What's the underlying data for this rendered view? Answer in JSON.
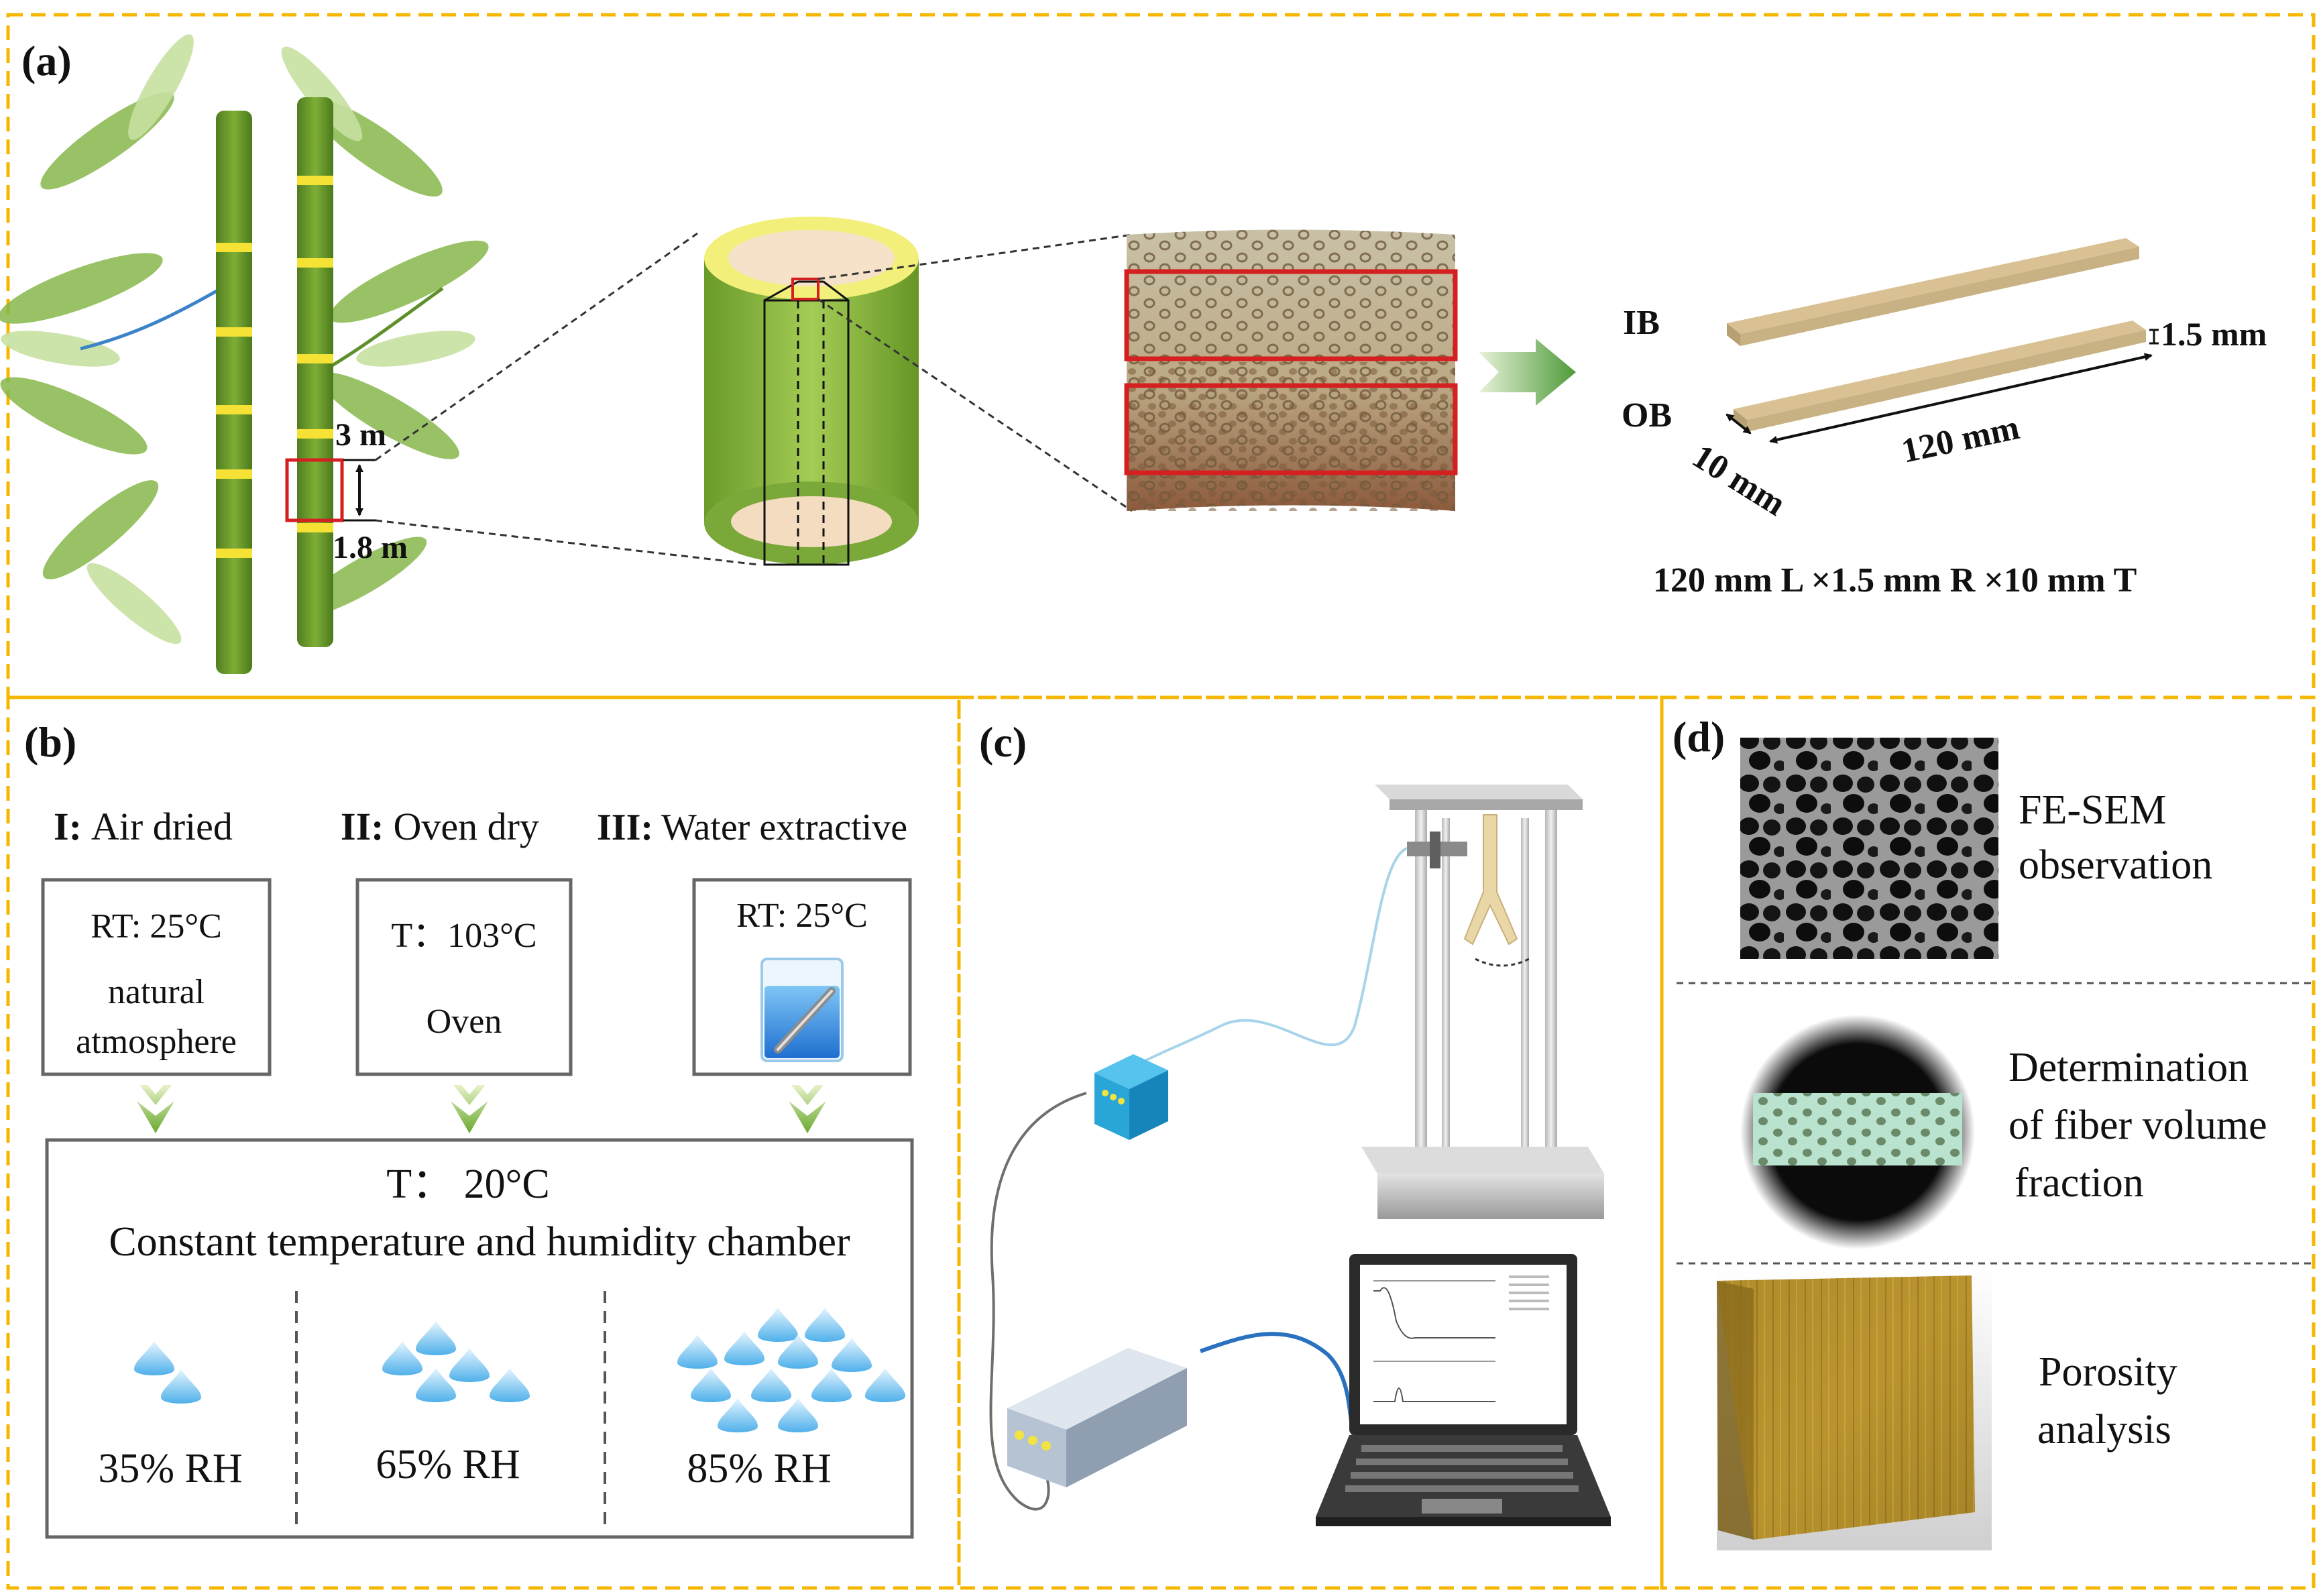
{
  "panels": {
    "a": {
      "label": "(a)",
      "heights": {
        "upper": "3 m",
        "lower": "1.8 m"
      },
      "strips": {
        "inner": "IB",
        "outer": "OB",
        "thickness": "1.5 mm",
        "width": "10 mm",
        "length": "120 mm"
      },
      "dimensions_caption": "120 mm L ×1.5 mm R ×10 mm T"
    },
    "b": {
      "label": "(b)",
      "groups": [
        {
          "numeral": "I:",
          "name": "Air dried",
          "line1": "RT: 25°C",
          "line2": "natural",
          "line3": "atmosphere"
        },
        {
          "numeral": "II:",
          "name": "Oven dry",
          "line1": "T：103°C",
          "line2": "Oven"
        },
        {
          "numeral": "III:",
          "name": "Water extractive",
          "line1": "RT: 25°C"
        }
      ],
      "chamber": {
        "temperature": "T：  20°C",
        "title": "Constant temperature and humidity chamber",
        "levels": [
          "35% RH",
          "65% RH",
          "85% RH"
        ]
      }
    },
    "c": {
      "label": "(c)"
    },
    "d": {
      "label": "(d)",
      "items": [
        {
          "line1": "FE-SEM",
          "line2": "observation"
        },
        {
          "line1": "Determination",
          "line2": "of fiber volume",
          "line3": "fraction"
        },
        {
          "line1": "Porosity",
          "line2": "analysis"
        }
      ]
    }
  },
  "colors": {
    "frame": "#F5B700",
    "bamboo": "#6E9E2B",
    "highlight": "#D42020",
    "strip": "#D9C194",
    "water": "#2F8FE0"
  }
}
